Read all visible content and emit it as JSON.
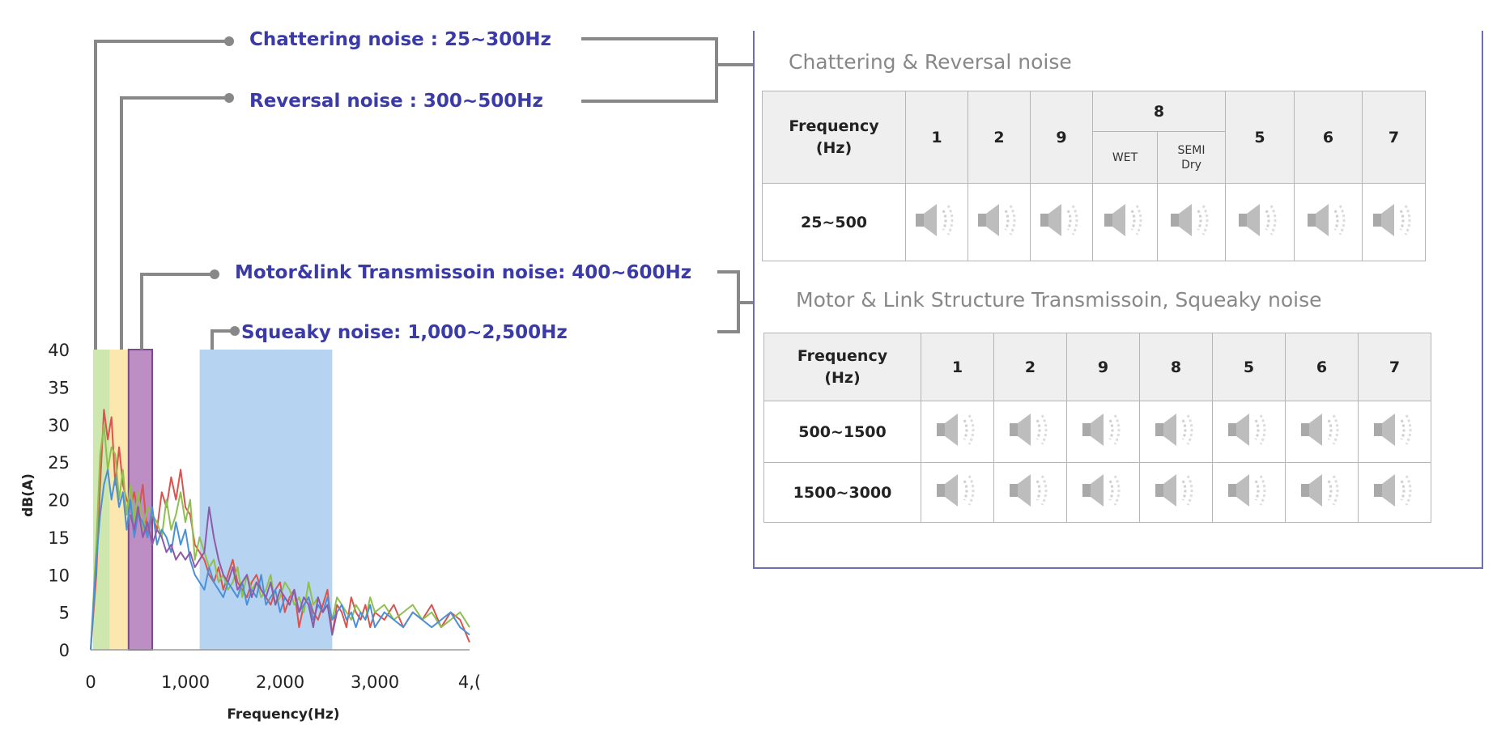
{
  "annotations": {
    "chattering": "Chattering noise : 25~300Hz",
    "reversal": "Reversal noise : 300~500Hz",
    "motor": "Motor&link Transmissoin noise: 400~600Hz",
    "squeaky": "Squeaky noise: 1,000~2,500Hz"
  },
  "panel": {
    "section1_title": "Chattering & Reversal noise",
    "section2_title": "Motor & Link Structure Transmissoin, Squeaky noise",
    "table1": {
      "freq_header": "Frequency\n(Hz)",
      "cols": [
        "1",
        "2",
        "9",
        "8",
        "5",
        "6",
        "7"
      ],
      "sub_cols": [
        "WET",
        "SEMI\nDry"
      ],
      "rows": [
        {
          "label": "25~500"
        }
      ]
    },
    "table2": {
      "freq_header": "Frequency\n(Hz)",
      "cols": [
        "1",
        "2",
        "9",
        "8",
        "5",
        "6",
        "7"
      ],
      "rows": [
        {
          "label": "500~1500"
        },
        {
          "label": "1500~3000"
        }
      ]
    },
    "icon": "speaker-icon"
  },
  "chart_data": {
    "type": "line",
    "xlabel": "Frequency(Hz)",
    "ylabel": "dB(A)",
    "xlim": [
      0,
      4000
    ],
    "ylim": [
      0,
      40
    ],
    "x_ticks": [
      "0",
      "1,000",
      "2,000",
      "3,000",
      "4,("
    ],
    "y_ticks": [
      "0",
      "5",
      "10",
      "15",
      "20",
      "25",
      "30",
      "35",
      "40"
    ],
    "grid": false,
    "bands": [
      {
        "name": "Chattering noise",
        "x0": 25,
        "x1": 200,
        "color": "#c6e3a0"
      },
      {
        "name": "Reversal noise",
        "x0": 200,
        "x1": 400,
        "color": "#fbe3a0"
      },
      {
        "name": "Motor&link Transmissoin noise",
        "x0": 400,
        "x1": 650,
        "color": "#b07ab8"
      },
      {
        "name": "Squeaky noise",
        "x0": 1150,
        "x1": 2550,
        "color": "#a9cdee"
      }
    ],
    "series": [
      {
        "color": "#d9534f",
        "x": [
          0,
          60,
          100,
          140,
          180,
          220,
          260,
          300,
          340,
          380,
          420,
          460,
          500,
          550,
          600,
          650,
          700,
          750,
          800,
          850,
          900,
          950,
          1000,
          1050,
          1100,
          1150,
          1200,
          1250,
          1300,
          1350,
          1400,
          1450,
          1500,
          1550,
          1600,
          1650,
          1700,
          1750,
          1800,
          1850,
          1900,
          1950,
          2000,
          2050,
          2100,
          2150,
          2200,
          2250,
          2300,
          2350,
          2400,
          2450,
          2500,
          2550,
          2600,
          2650,
          2700,
          2750,
          2800,
          2850,
          2900,
          2950,
          3000,
          3100,
          3200,
          3300,
          3400,
          3500,
          3600,
          3700,
          3800,
          3900,
          4000
        ],
        "y": [
          0,
          10,
          22,
          32,
          28,
          31,
          22,
          27,
          22,
          20,
          19,
          21,
          18,
          22,
          15,
          18,
          16,
          21,
          19,
          23,
          20,
          24,
          19,
          18,
          14,
          13,
          12,
          10,
          9,
          11,
          8,
          10,
          12,
          9,
          8,
          7,
          9,
          10,
          8,
          7,
          6,
          8,
          9,
          5,
          7,
          8,
          3,
          6,
          7,
          5,
          4,
          6,
          8,
          2,
          6,
          5,
          3,
          7,
          5,
          4,
          6,
          3,
          5,
          4,
          6,
          3,
          5,
          4,
          6,
          3,
          5,
          4,
          1
        ]
      },
      {
        "color": "#8fbf4c",
        "x": [
          0,
          60,
          100,
          140,
          180,
          220,
          260,
          300,
          340,
          380,
          420,
          460,
          500,
          550,
          600,
          650,
          700,
          750,
          800,
          850,
          900,
          950,
          1000,
          1050,
          1100,
          1150,
          1200,
          1250,
          1300,
          1350,
          1400,
          1450,
          1500,
          1550,
          1600,
          1650,
          1700,
          1750,
          1800,
          1850,
          1900,
          1950,
          2000,
          2050,
          2100,
          2150,
          2200,
          2250,
          2300,
          2350,
          2400,
          2450,
          2500,
          2550,
          2600,
          2650,
          2700,
          2750,
          2800,
          2850,
          2900,
          2950,
          3000,
          3100,
          3200,
          3300,
          3400,
          3500,
          3600,
          3700,
          3800,
          3900,
          4000
        ],
        "y": [
          0,
          14,
          26,
          30,
          24,
          27,
          26,
          20,
          24,
          18,
          22,
          17,
          21,
          16,
          19,
          18,
          17,
          15,
          20,
          16,
          18,
          21,
          17,
          20,
          12,
          15,
          13,
          11,
          12,
          9,
          10,
          8,
          9,
          11,
          7,
          10,
          8,
          9,
          7,
          8,
          10,
          6,
          7,
          9,
          8,
          6,
          7,
          5,
          9,
          6,
          7,
          5,
          6,
          4,
          7,
          6,
          5,
          4,
          6,
          5,
          4,
          7,
          5,
          6,
          4,
          5,
          6,
          4,
          5,
          3,
          4,
          5,
          3
        ]
      },
      {
        "color": "#4a90d9",
        "x": [
          0,
          60,
          100,
          140,
          180,
          220,
          260,
          300,
          340,
          380,
          420,
          460,
          500,
          550,
          600,
          650,
          700,
          750,
          800,
          850,
          900,
          950,
          1000,
          1050,
          1100,
          1150,
          1200,
          1250,
          1300,
          1350,
          1400,
          1450,
          1500,
          1550,
          1600,
          1650,
          1700,
          1750,
          1800,
          1850,
          1900,
          1950,
          2000,
          2050,
          2100,
          2150,
          2200,
          2250,
          2300,
          2350,
          2400,
          2450,
          2500,
          2550,
          2600,
          2650,
          2700,
          2750,
          2800,
          2850,
          2900,
          2950,
          3000,
          3100,
          3200,
          3300,
          3400,
          3500,
          3600,
          3700,
          3800,
          3900,
          4000
        ],
        "y": [
          0,
          12,
          18,
          22,
          24,
          20,
          23,
          19,
          21,
          16,
          20,
          15,
          18,
          17,
          15,
          19,
          14,
          16,
          15,
          13,
          17,
          14,
          16,
          12,
          10,
          9,
          8,
          11,
          9,
          8,
          7,
          9,
          8,
          7,
          9,
          6,
          8,
          7,
          10,
          6,
          7,
          8,
          5,
          7,
          6,
          8,
          5,
          6,
          7,
          4,
          6,
          5,
          7,
          4,
          5,
          6,
          4,
          5,
          3,
          5,
          4,
          6,
          3,
          5,
          4,
          3,
          5,
          4,
          3,
          4,
          5,
          3,
          2
        ]
      },
      {
        "color": "#8e5aa8",
        "x": [
          420,
          460,
          500,
          550,
          600,
          650,
          700,
          750,
          800,
          850,
          900,
          950,
          1000,
          1050,
          1100,
          1150,
          1200,
          1250,
          1300,
          1350,
          1400,
          1450,
          1500,
          1550,
          1600,
          1650,
          1700,
          1750,
          1800,
          1850,
          1900,
          1950,
          2000,
          2050,
          2100,
          2150,
          2200,
          2250,
          2300,
          2350,
          2400,
          2450,
          2500,
          2550,
          2600
        ],
        "y": [
          18,
          16,
          19,
          15,
          17,
          14,
          16,
          15,
          13,
          14,
          12,
          13,
          12,
          13,
          11,
          12,
          13,
          19,
          15,
          12,
          10,
          9,
          11,
          8,
          9,
          10,
          7,
          9,
          8,
          7,
          9,
          6,
          8,
          7,
          6,
          8,
          5,
          7,
          6,
          3,
          7,
          5,
          6,
          2,
          5
        ]
      }
    ]
  }
}
